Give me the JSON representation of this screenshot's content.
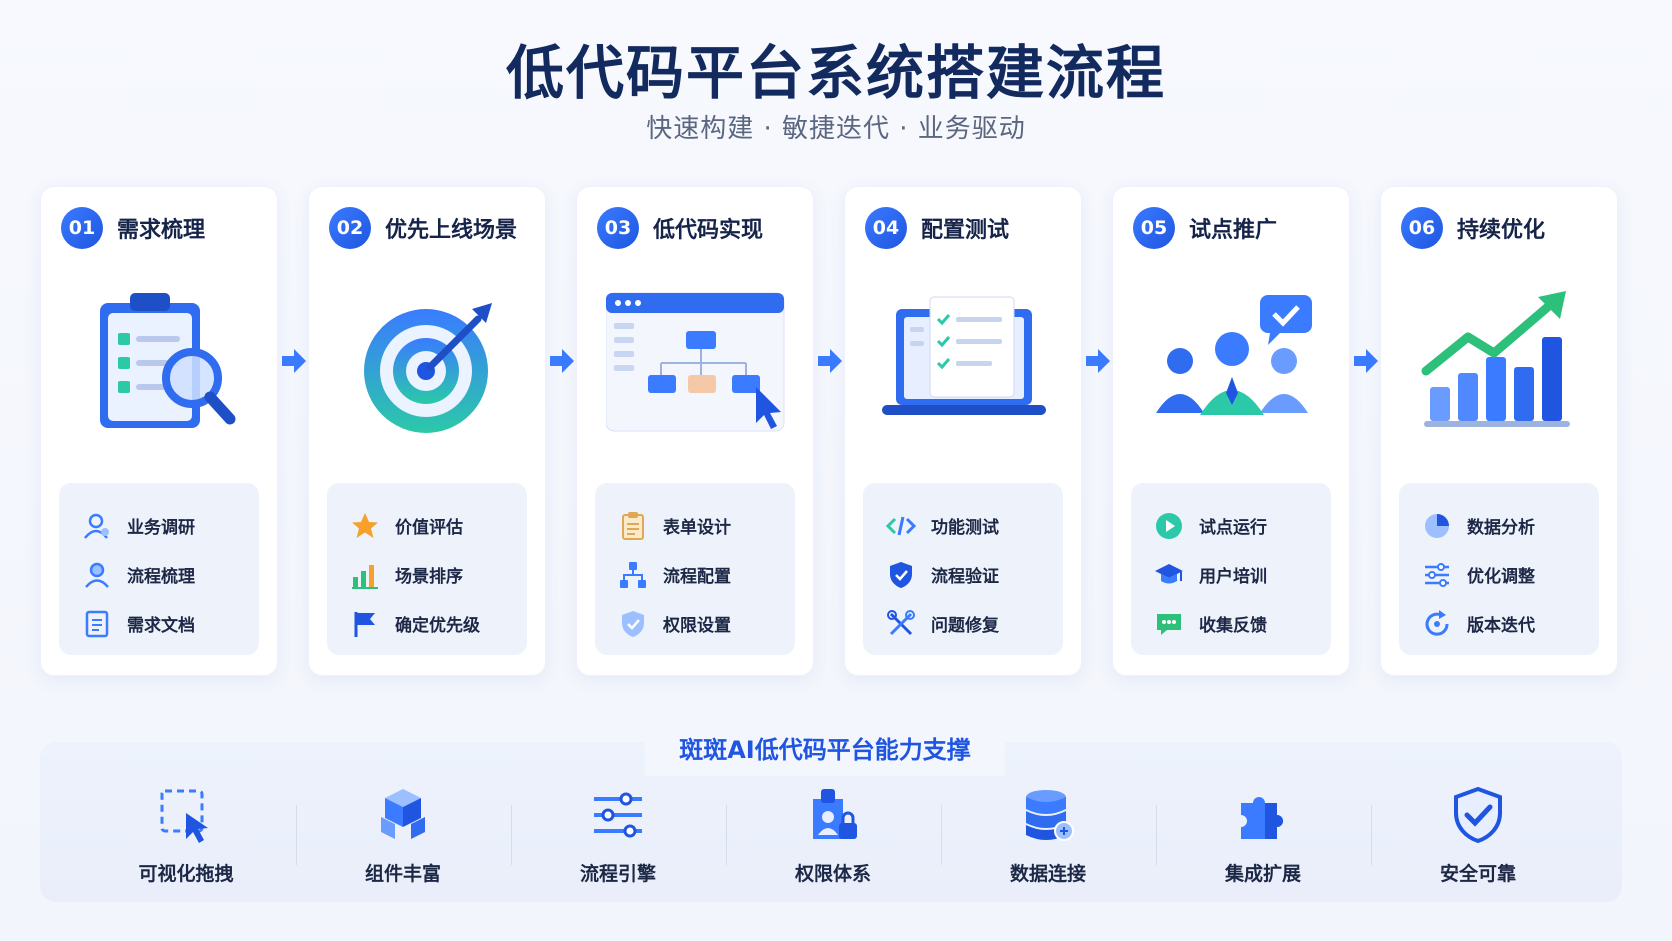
{
  "title": "低代码平台系统搭建流程",
  "subtitle": "快速构建 · 敏捷迭代 · 业务驱动",
  "steps": [
    {
      "num": "01",
      "title": "需求梳理",
      "illus": "clipboard-search-icon",
      "items": [
        {
          "label": "业务调研",
          "icon": "user-research-icon"
        },
        {
          "label": "流程梳理",
          "icon": "user-flow-icon"
        },
        {
          "label": "需求文档",
          "icon": "document-icon"
        }
      ]
    },
    {
      "num": "02",
      "title": "优先上线场景",
      "illus": "target-icon",
      "items": [
        {
          "label": "价值评估",
          "icon": "star-icon"
        },
        {
          "label": "场景排序",
          "icon": "bar-chart-icon"
        },
        {
          "label": "确定优先级",
          "icon": "flag-icon"
        }
      ]
    },
    {
      "num": "03",
      "title": "低代码实现",
      "illus": "flow-editor-icon",
      "items": [
        {
          "label": "表单设计",
          "icon": "form-icon"
        },
        {
          "label": "流程配置",
          "icon": "flow-icon"
        },
        {
          "label": "权限设置",
          "icon": "shield-icon"
        }
      ]
    },
    {
      "num": "04",
      "title": "配置测试",
      "illus": "laptop-checklist-icon",
      "items": [
        {
          "label": "功能测试",
          "icon": "code-icon"
        },
        {
          "label": "流程验证",
          "icon": "shield-check-icon"
        },
        {
          "label": "问题修复",
          "icon": "tools-icon"
        }
      ]
    },
    {
      "num": "05",
      "title": "试点推广",
      "illus": "team-icon",
      "items": [
        {
          "label": "试点运行",
          "icon": "play-icon"
        },
        {
          "label": "用户培训",
          "icon": "graduation-cap-icon"
        },
        {
          "label": "收集反馈",
          "icon": "chat-icon"
        }
      ]
    },
    {
      "num": "06",
      "title": "持续优化",
      "illus": "growth-chart-icon",
      "items": [
        {
          "label": "数据分析",
          "icon": "pie-chart-icon"
        },
        {
          "label": "优化调整",
          "icon": "sliders-icon"
        },
        {
          "label": "版本迭代",
          "icon": "refresh-icon"
        }
      ]
    }
  ],
  "support": {
    "title": "斑斑AI低代码平台能力支撑",
    "items": [
      {
        "label": "可视化拖拽",
        "icon": "drag-select-icon"
      },
      {
        "label": "组件丰富",
        "icon": "cubes-icon"
      },
      {
        "label": "流程引擎",
        "icon": "sliders-icon"
      },
      {
        "label": "权限体系",
        "icon": "user-lock-icon"
      },
      {
        "label": "数据连接",
        "icon": "database-icon"
      },
      {
        "label": "集成扩展",
        "icon": "puzzle-icon"
      },
      {
        "label": "安全可靠",
        "icon": "shield-check-icon"
      }
    ]
  },
  "colors": {
    "primary": "#1f55e0",
    "accent": "#3a7bff",
    "teal": "#2bc9a8",
    "orange": "#f5a12a",
    "green": "#2cc07a"
  }
}
